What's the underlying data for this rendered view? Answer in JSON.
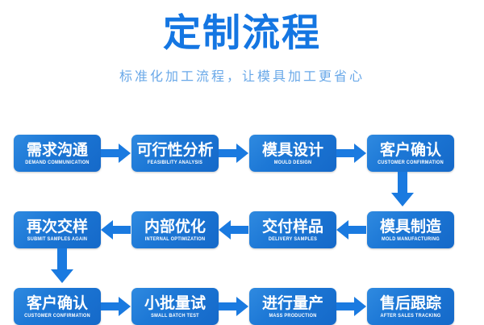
{
  "header": {
    "title": "定制流程",
    "subtitle": "标准化加工流程，让模具加工更省心",
    "title_color": "#1476e2",
    "subtitle_color": "#69a8e8"
  },
  "theme": {
    "node_color_light": "#2f8ae0",
    "node_color_dark": "#1569c9",
    "arrow_color": "#1a7ae0",
    "background": "#ffffff",
    "text_color": "#ffffff"
  },
  "flow": {
    "rows": [
      {
        "direction": "right",
        "nodes": [
          {
            "cn": "需求沟通",
            "en": "DEMAND COMMUNICATION"
          },
          {
            "cn": "可行性分析",
            "en": "FEASIBILITY ANALYSIS"
          },
          {
            "cn": "模具设计",
            "en": "MOULD DESIGN"
          },
          {
            "cn": "客户确认",
            "en": "CUSTOMER CONFIRMATION"
          }
        ]
      },
      {
        "direction": "left",
        "nodes": [
          {
            "cn": "再次交样",
            "en": "SUBMIT SAMPLES AGAIN"
          },
          {
            "cn": "内部优化",
            "en": "INTERNAL OPTIMIZATION"
          },
          {
            "cn": "交付样品",
            "en": "DELIVERY SAMPLES"
          },
          {
            "cn": "模具制造",
            "en": "MOLD MANUFACTURING"
          }
        ]
      },
      {
        "direction": "right",
        "nodes": [
          {
            "cn": "客户确认",
            "en": "CUSTOMER CONFIRMATION"
          },
          {
            "cn": "小批量试",
            "en": "SMALL BATCH TEST"
          },
          {
            "cn": "进行量产",
            "en": "MASS PRODUCTION"
          },
          {
            "cn": "售后跟踪",
            "en": "AFTER SALES TRACKING"
          }
        ]
      }
    ],
    "connectors": [
      {
        "name": "row1-to-row2",
        "direction": "down",
        "side": "right"
      },
      {
        "name": "row2-to-row3",
        "direction": "down",
        "side": "left"
      }
    ]
  }
}
